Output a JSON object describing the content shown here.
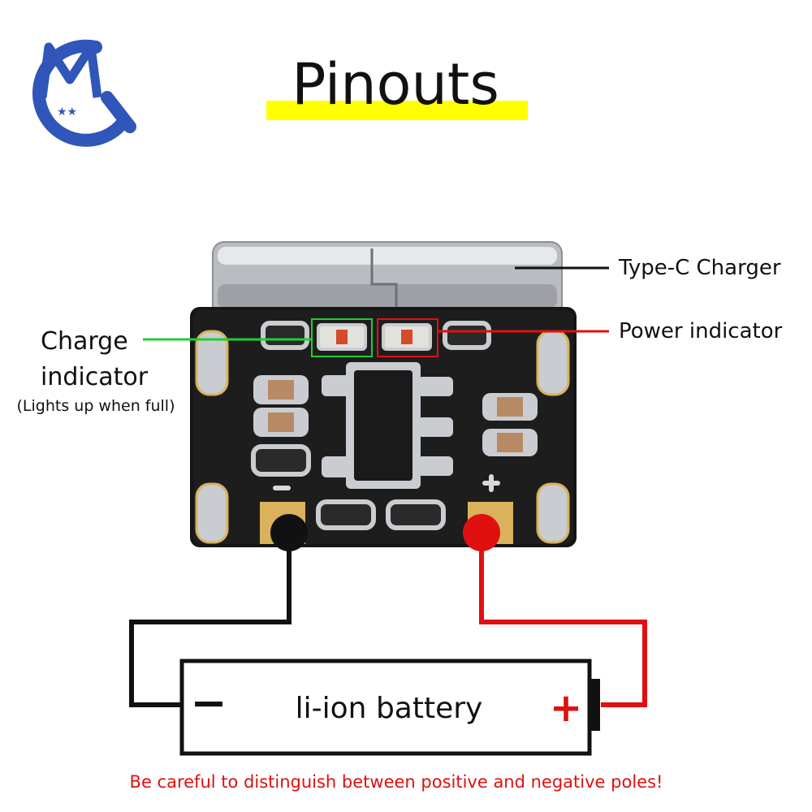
{
  "title": "Pinouts",
  "labels": {
    "type_c_charger": "Type-C Charger",
    "power_indicator": "Power indicator",
    "charge_indicator_line1": "Charge",
    "charge_indicator_line2": "indicator",
    "charge_indicator_note": "(Lights up when full)"
  },
  "battery": {
    "label": "li-ion battery",
    "negative_symbol": "−",
    "positive_symbol": "+"
  },
  "warning": "Be careful to distinguish between positive and negative poles!",
  "colors": {
    "title_highlight": "#ffff00",
    "charge_indicator": "#22cc33",
    "power_indicator": "#e01010",
    "positive_wire": "#e01010",
    "negative_wire": "#111111",
    "warning_text": "#e01010",
    "logo_blue": "#2f56b8"
  },
  "logo": {
    "icon": "mq-logo-icon"
  }
}
